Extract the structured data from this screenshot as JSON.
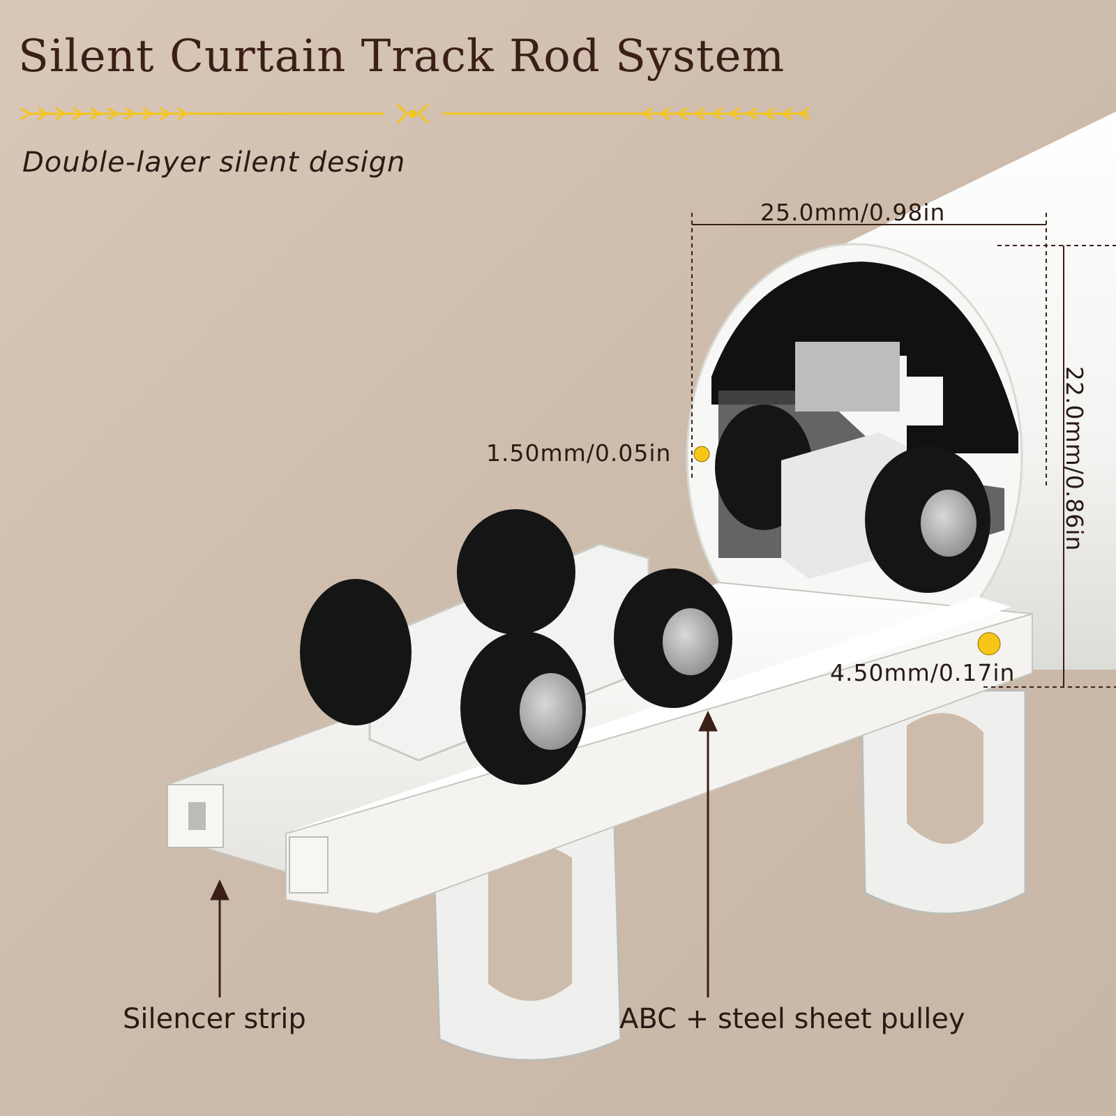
{
  "header": {
    "title": "Silent Curtain Track Rod System",
    "subtitle": "Double-layer silent design"
  },
  "dimensions": {
    "width": "25.0mm/0.98in",
    "height": "22.0mm/0.86in",
    "wall": "1.50mm/0.05in",
    "slot": "4.50mm/0.17in"
  },
  "callouts": {
    "silencer": "Silencer strip",
    "pulley": "ABC + steel sheet pulley"
  },
  "colors": {
    "background": "#d1bfaf",
    "title_text": "#3b1f17",
    "accent_gold": "#f5c518",
    "arrow": "#3b1f17",
    "wheel": "#141414",
    "track": "#f5f5f3"
  }
}
